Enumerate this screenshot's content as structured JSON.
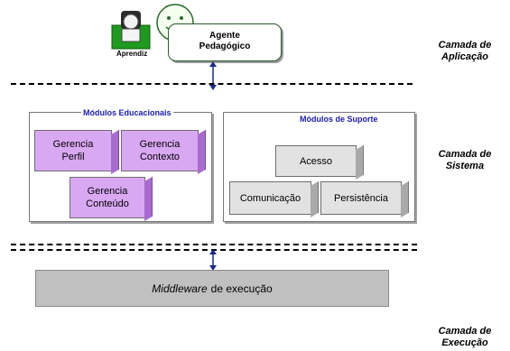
{
  "diagram": {
    "layers": {
      "application": {
        "line1": "Camada de",
        "line2": "Aplicação"
      },
      "system": {
        "line1": "Camada de",
        "line2": "Sistema"
      },
      "execution": {
        "line1": "Camada de",
        "line2": "Execução"
      }
    },
    "application_layer": {
      "learner_label": "Aprendiz",
      "agent": {
        "line1": "Agente",
        "line2": "Pedagógico"
      }
    },
    "educational_modules": {
      "title": "Módulos  Educacionais",
      "profile": {
        "line1": "Gerencia",
        "line2": "Perfil"
      },
      "context": {
        "line1": "Gerencia",
        "line2": "Contexto"
      },
      "content": {
        "line1": "Gerencia",
        "line2": "Conteúdo"
      }
    },
    "support_modules": {
      "title": "Módulos  de Suporte",
      "access": "Acesso",
      "communication": "Comunicação",
      "persistence": "Persistência"
    },
    "middleware": {
      "italic": "Middleware",
      "rest": "de execução"
    },
    "colors": {
      "educational_box": "#d9a8f2",
      "support_box": "#e2e2e2",
      "middleware_bar": "#c0c0c0",
      "title_blue": "#1b1bb0",
      "learner_green": "#1e9a1e"
    }
  }
}
